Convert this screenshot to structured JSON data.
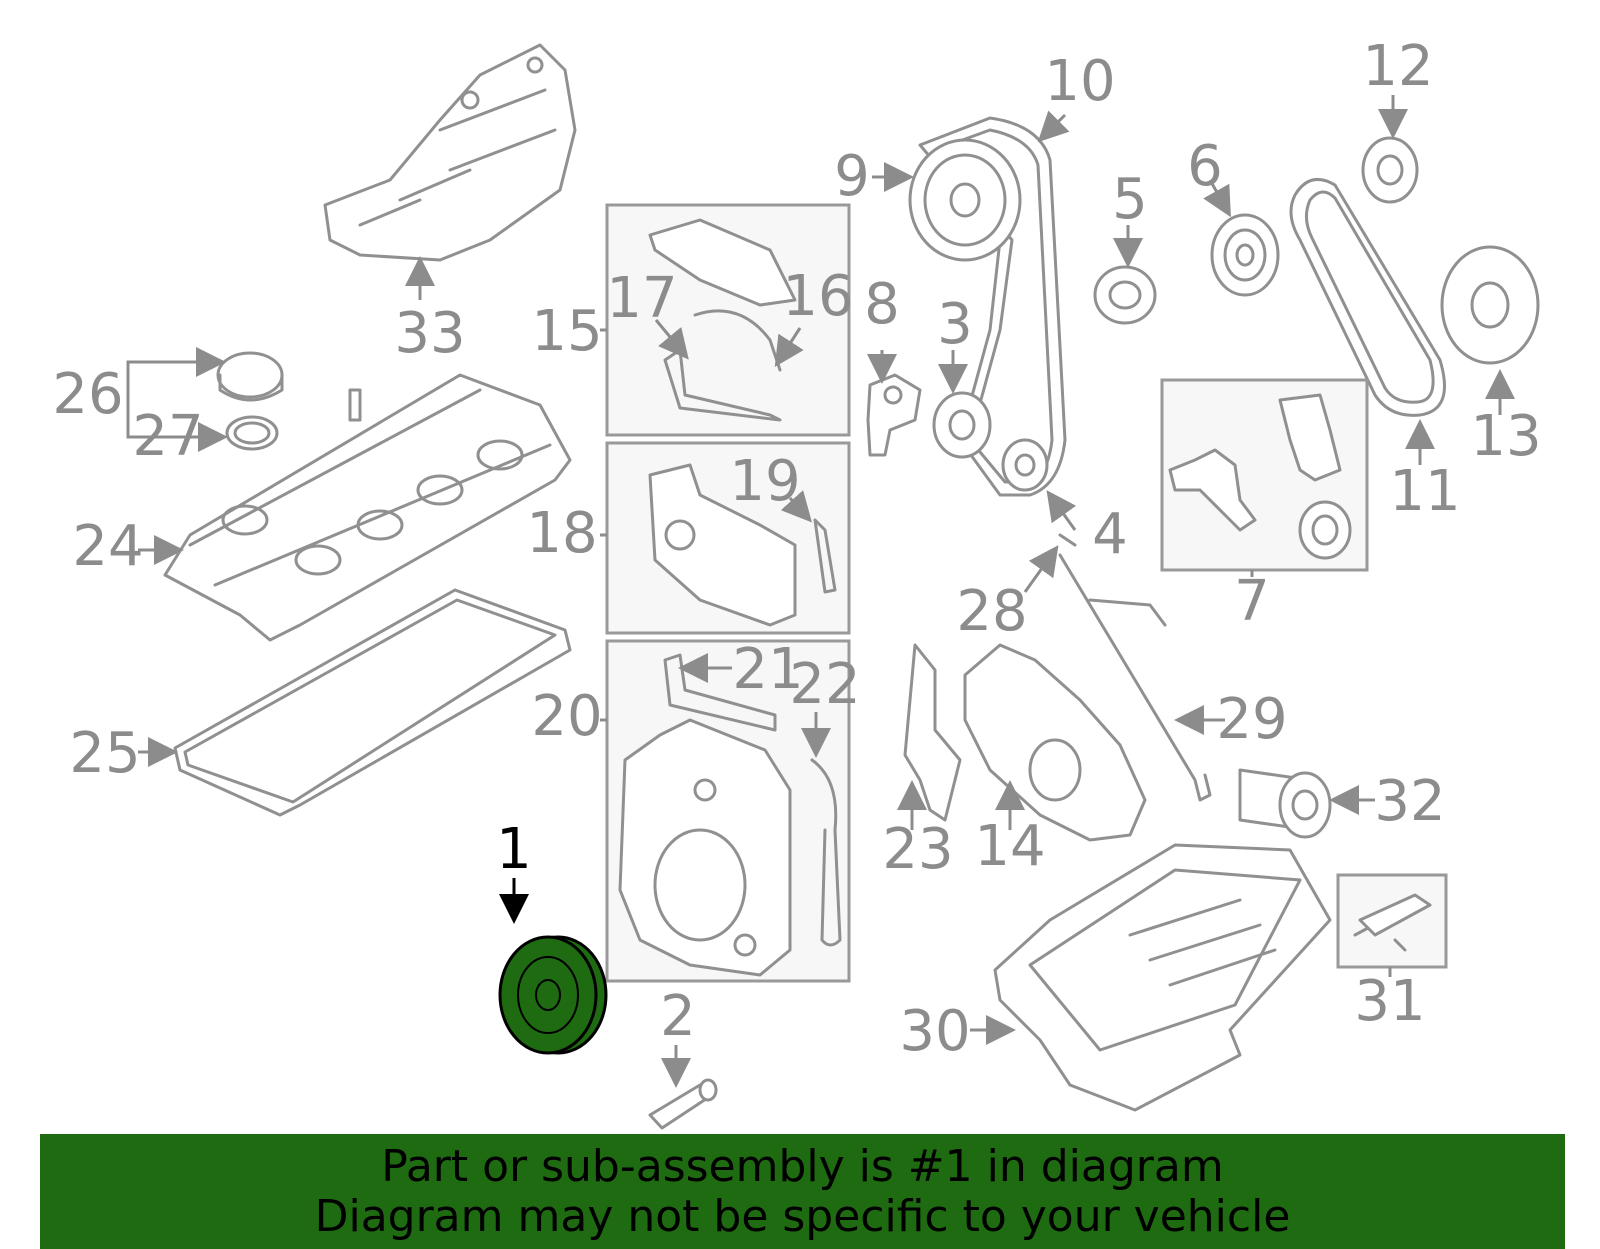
{
  "highlight_color": "#1e6b11",
  "highlight_part": "1",
  "callouts": [
    "1",
    "2",
    "3",
    "4",
    "5",
    "6",
    "7",
    "8",
    "9",
    "10",
    "11",
    "12",
    "13",
    "14",
    "15",
    "16",
    "17",
    "18",
    "19",
    "20",
    "21",
    "22",
    "23",
    "24",
    "25",
    "26",
    "27",
    "28",
    "29",
    "30",
    "31",
    "32",
    "33"
  ],
  "banner": {
    "line1": "Part or sub-assembly is #1 in diagram",
    "line2": "Diagram may not be specific to your vehicle"
  }
}
